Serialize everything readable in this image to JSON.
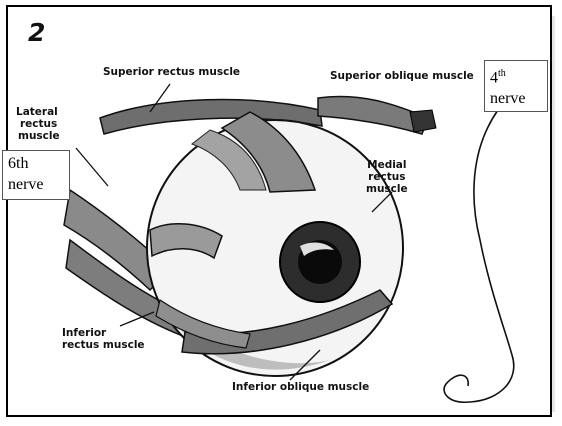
{
  "panel_number": "2",
  "labels": {
    "superior_rectus": "Superior rectus muscle",
    "superior_oblique": "Superior oblique muscle",
    "lateral_rectus": [
      "Lateral",
      "rectus",
      "muscle"
    ],
    "medial_rectus": [
      "Medial",
      "rectus",
      "muscle"
    ],
    "inferior_rectus": [
      "Inferior",
      "rectus muscle"
    ],
    "inferior_oblique": "Inferior oblique muscle"
  },
  "boxes": {
    "fourth_nerve": {
      "num": "4",
      "sup": "th",
      "word": "nerve"
    },
    "sixth_nerve": {
      "line1": "6th",
      "line2": "nerve"
    }
  }
}
